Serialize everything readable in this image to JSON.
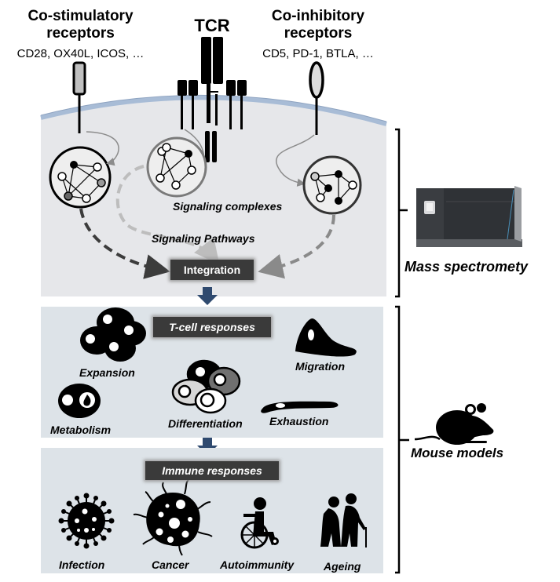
{
  "header": {
    "co_stimulatory": {
      "title_line1": "Co-stimulatory",
      "title_line2": "receptors",
      "examples": "CD28, OX40L, ICOS, …"
    },
    "tcr": {
      "title": "TCR"
    },
    "co_inhibitory": {
      "title_line1": "Co-inhibitory",
      "title_line2": "receptors",
      "examples": "CD5, PD-1, BTLA, …"
    }
  },
  "cell": {
    "signaling_complexes_label": "Signaling complexes",
    "signaling_pathways_label": "Signaling Pathways",
    "integration_label": "Integration"
  },
  "tcell_panel": {
    "title": "T-cell responses",
    "items": [
      {
        "label": "Expansion",
        "icon": "cell-cluster-icon"
      },
      {
        "label": "Migration",
        "icon": "migrating-cell-icon"
      },
      {
        "label": "Metabolism",
        "icon": "metabolism-cell-icon"
      },
      {
        "label": "Differentiation",
        "icon": "differentiating-cells-icon"
      },
      {
        "label": "Exhaustion",
        "icon": "exhausted-cell-icon"
      }
    ]
  },
  "immune_panel": {
    "title": "Immune responses",
    "items": [
      {
        "label": "Infection",
        "icon": "virus-icon"
      },
      {
        "label": "Cancer",
        "icon": "tumor-cell-icon"
      },
      {
        "label": "Autoimmunity",
        "icon": "wheelchair-icon"
      },
      {
        "label": "Ageing",
        "icon": "elderly-couple-icon"
      }
    ]
  },
  "methods": {
    "mass_spec_label": "Mass spectromety",
    "mouse_label": "Mouse models"
  },
  "colors": {
    "cell_bg": "#e6e7ea",
    "membrane": "#a8bcd6",
    "panel_bg": "#dde3e8",
    "label_box": "#3a3a3a",
    "arrow_blue": "#2f4a6f"
  }
}
